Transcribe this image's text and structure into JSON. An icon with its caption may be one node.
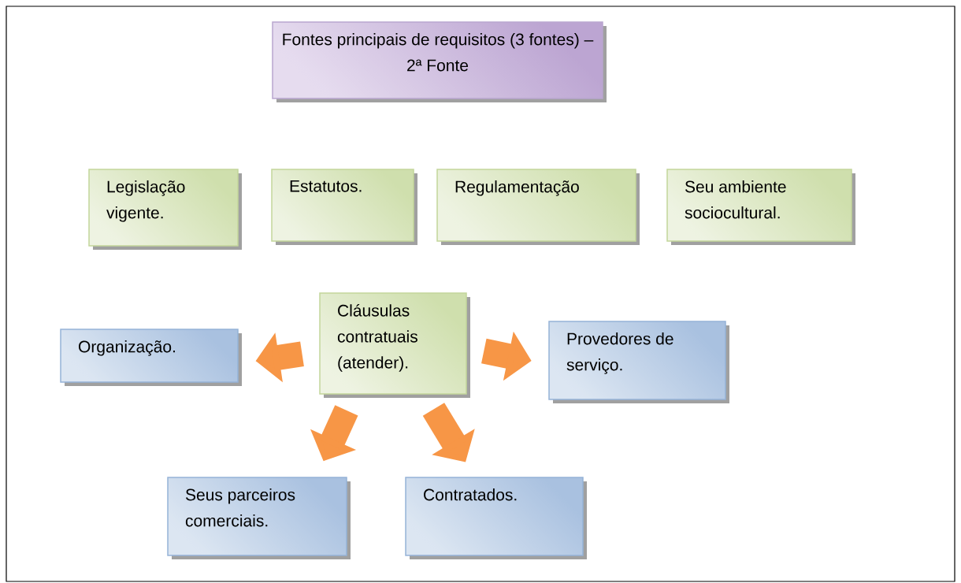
{
  "diagram": {
    "nodes": [
      {
        "text": [
          "Fontes principais de requisitos (3 fontes) – 2ª Fonte"
        ]
      },
      {
        "text": [
          "Legislação vigente."
        ]
      },
      {
        "text": [
          "Estatutos."
        ]
      },
      {
        "text": [
          "Regulamentação"
        ]
      },
      {
        "text": [
          "Seu ambiente sociocultural."
        ]
      },
      {
        "text": [
          "Cláusulas contratuais (atender)."
        ]
      },
      {
        "text": [
          "Organização."
        ]
      },
      {
        "text": [
          "Provedores de serviço."
        ]
      },
      {
        "text": [
          "Seus parceiros comerciais."
        ]
      },
      {
        "text": [
          "Contratados."
        ]
      }
    ],
    "edges": [
      {
        "from": 5,
        "to": 6,
        "arrow": "to"
      },
      {
        "from": 5,
        "to": 7,
        "arrow": "to"
      },
      {
        "from": 5,
        "to": 8,
        "arrow": "to"
      },
      {
        "from": 5,
        "to": 9,
        "arrow": "to"
      }
    ]
  }
}
